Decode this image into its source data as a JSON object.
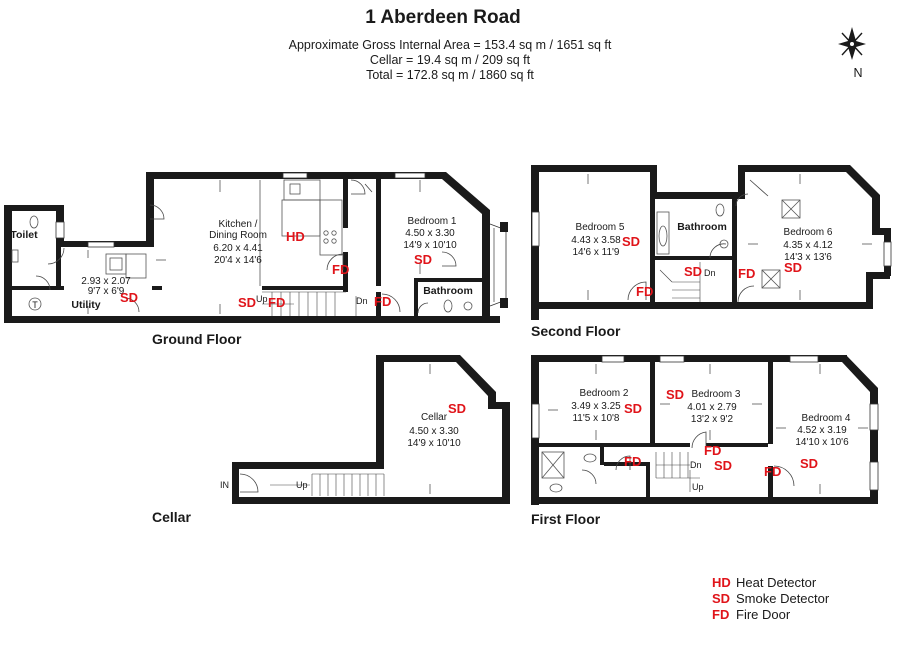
{
  "header": {
    "title": "1 Aberdeen Road",
    "area_main": "Approximate Gross Internal Area = 153.4 sq m / 1651 sq ft",
    "area_cellar": "Cellar = 19.4 sq m / 209 sq ft",
    "area_total": "Total = 172.8 sq m / 1860 sq ft",
    "compass": "N"
  },
  "floors": {
    "ground": "Ground Floor",
    "second": "Second Floor",
    "cellar": "Cellar",
    "first": "First Floor"
  },
  "rooms": {
    "toilet": "Toilet",
    "utility": {
      "name": "Utility",
      "m": "2.93 x 2.07",
      "ft": "9'7 x 6'9"
    },
    "kitchen": {
      "name1": "Kitchen /",
      "name2": "Dining Room",
      "m": "6.20 x 4.41",
      "ft": "20'4 x 14'6"
    },
    "bedroom1": {
      "name": "Bedroom 1",
      "m": "4.50 x 3.30",
      "ft": "14'9 x 10'10"
    },
    "gf_bathroom": "Bathroom",
    "bedroom5": {
      "name": "Bedroom 5",
      "m": "4.43 x 3.58",
      "ft": "14'6 x 11'9"
    },
    "sf_bathroom": "Bathroom",
    "bedroom6": {
      "name": "Bedroom 6",
      "m": "4.35 x 4.12",
      "ft": "14'3 x 13'6"
    },
    "cellar": {
      "name": "Cellar",
      "m": "4.50 x 3.30",
      "ft": "14'9 x 10'10"
    },
    "bedroom2": {
      "name": "Bedroom 2",
      "m": "3.49 x 3.25",
      "ft": "11'5 x 10'8"
    },
    "bedroom3": {
      "name": "Bedroom 3",
      "m": "4.01 x 2.79",
      "ft": "13'2 x 9'2"
    },
    "bedroom4": {
      "name": "Bedroom 4",
      "m": "4.52 x 3.19",
      "ft": "14'10 x 10'6"
    }
  },
  "fixtures": {
    "tank": "T",
    "up": "Up",
    "dn": "Dn",
    "in": "IN"
  },
  "detectors": {
    "hd": "HD",
    "sd": "SD",
    "fd": "FD"
  },
  "legend": [
    {
      "code": "HD",
      "label": "Heat Detector"
    },
    {
      "code": "SD",
      "label": "Smoke Detector"
    },
    {
      "code": "FD",
      "label": "Fire Door"
    }
  ],
  "colors": {
    "detector": "#e0141a",
    "wall": "#1a1a1a"
  }
}
